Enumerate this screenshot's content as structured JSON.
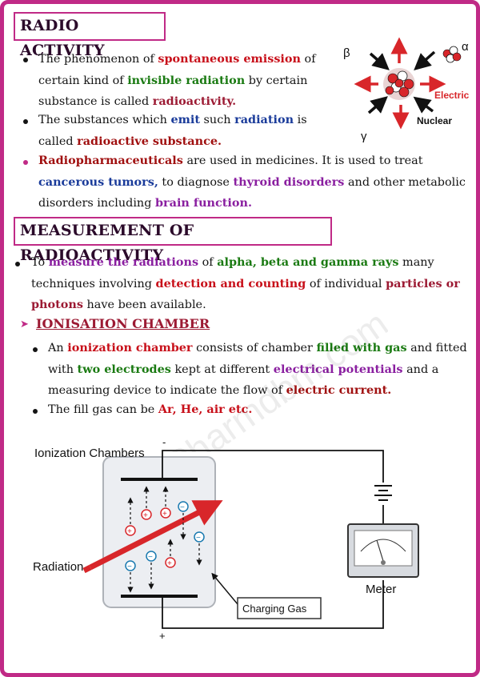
{
  "sections": {
    "radio": {
      "heading": "RADIO ACTIVITY",
      "b1": {
        "l1": [
          "The phenomenon of ",
          "spontaneous emission",
          " of"
        ],
        "l2": [
          "certain kind of ",
          "invisible radiation",
          " by certain"
        ],
        "l3": [
          "substance is called ",
          "radioactivity."
        ]
      },
      "b2": {
        "l1": [
          "The substances which ",
          "emit",
          " such ",
          "radiation",
          " is"
        ],
        "l2": [
          "called ",
          "radioactive substance."
        ]
      },
      "b3": {
        "l1": [
          "Radiopharmaceuticals",
          " are used in medicines. It is used to treat"
        ],
        "l2": [
          "cancerous tumors,",
          " to diagnose ",
          "thyroid disorders",
          " and other metabolic"
        ],
        "l3": [
          "disorders including ",
          "brain function."
        ]
      }
    },
    "measurement": {
      "heading": "MEASUREMENT OF RADIOACTIVITY",
      "b1": {
        "l1": [
          "To ",
          "measure the radiations",
          " of ",
          "alpha, beta and gamma rays",
          " many"
        ],
        "l2": [
          "techniques involving ",
          "detection and counting",
          " of individual ",
          "particles or"
        ],
        "l3": [
          "photons",
          " have been  available."
        ]
      },
      "subheading": "IONISATION CHAMBER",
      "c1": {
        "l1": [
          "An ",
          "ionization chamber",
          " consists of chamber ",
          "filled with gas",
          " and fitted"
        ],
        "l2": [
          "with ",
          "two electrodes",
          " kept at different ",
          "electrical potentials",
          " and a"
        ],
        "l3": [
          "measuring device to indicate the flow of ",
          "electric current."
        ]
      },
      "c2": {
        "l1": [
          "The fill gas can be ",
          "Ar, He, air etc."
        ]
      }
    }
  },
  "atom_diagram": {
    "beta": "β",
    "alpha": "α",
    "gamma": "γ",
    "electric": "Electric",
    "nuclear": "Nuclear"
  },
  "chamber_diagram": {
    "title": "Ionization Chambers",
    "radiation": "Radiation",
    "charging_gas": "Charging Gas",
    "meter": "Meter",
    "minus": "-",
    "plus": "+"
  },
  "watermark": "Pharmdbm.com",
  "colors": {
    "border": "#c02a86",
    "red": "#c8101a",
    "green": "#1a7a12",
    "blue": "#1a3b9a",
    "purple": "#8a1fa0"
  }
}
